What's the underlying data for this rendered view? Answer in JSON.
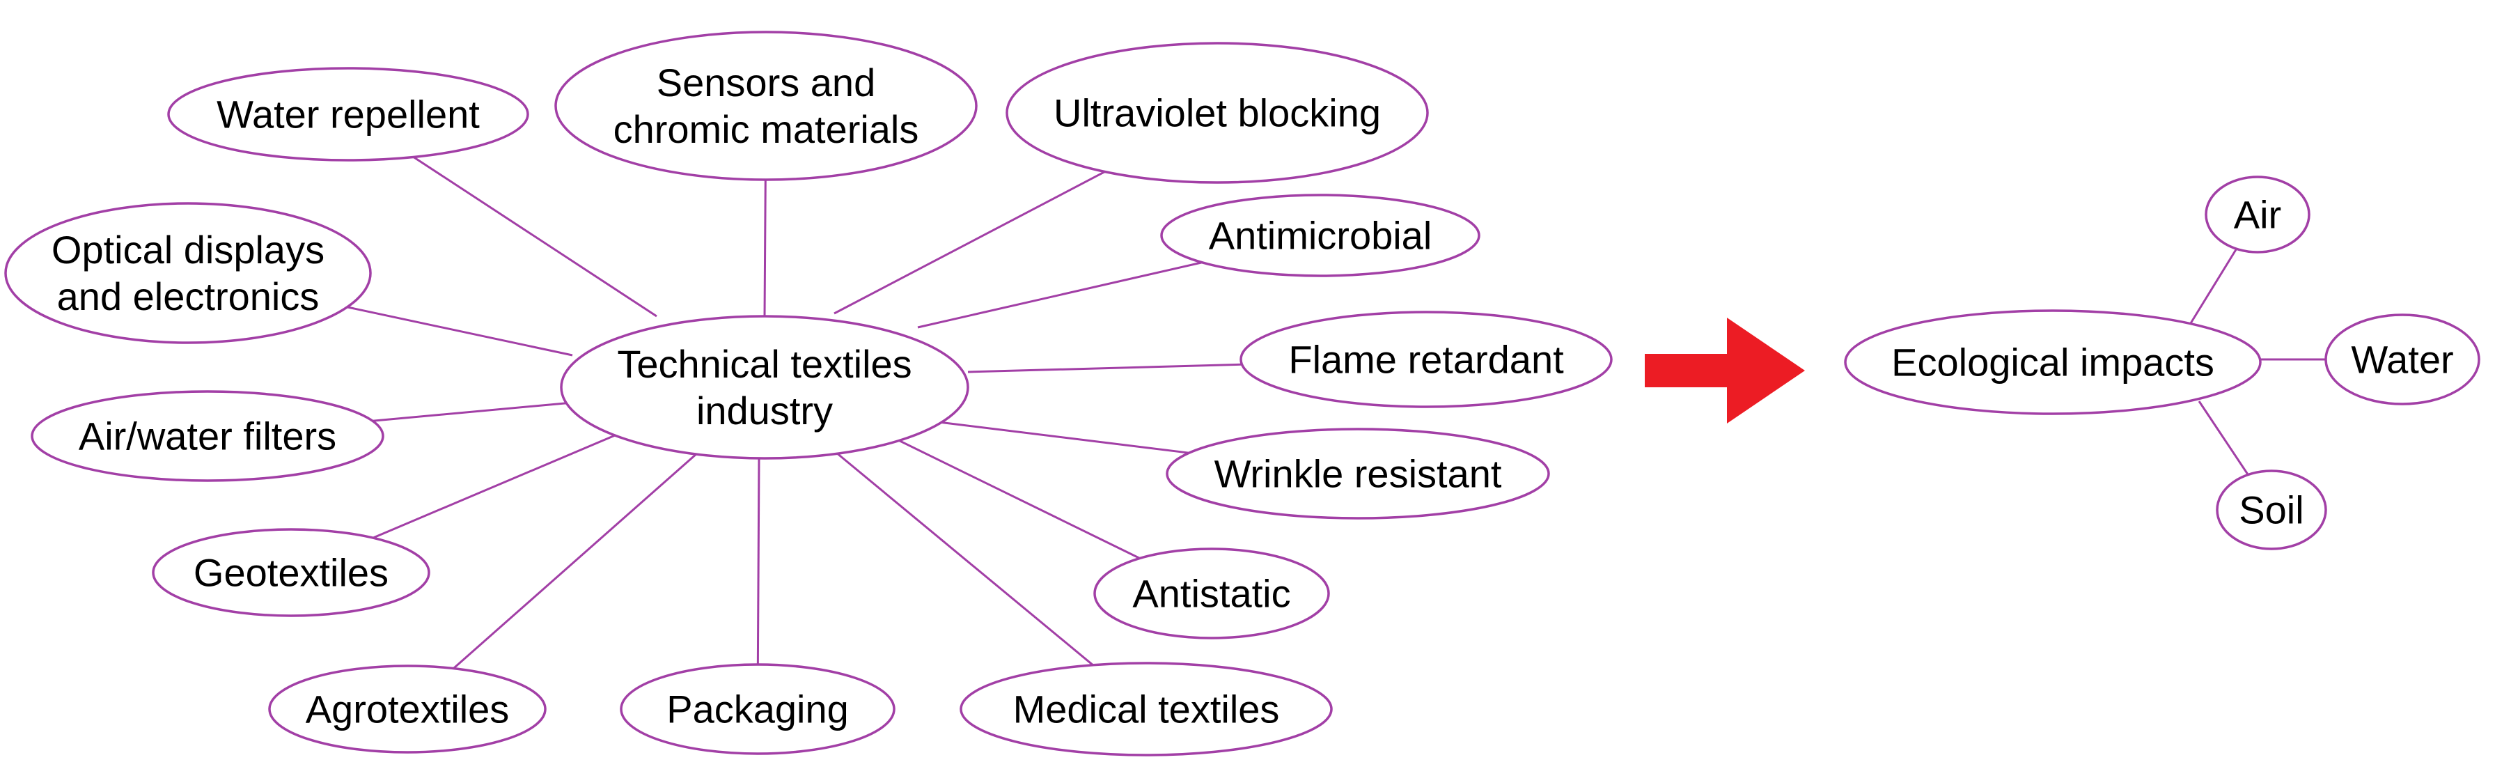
{
  "colors": {
    "stroke": "#a23fa6",
    "arrow": "#ec1c24",
    "text": "#000000",
    "background": "#ffffff"
  },
  "hub": {
    "lines": [
      "Technical textiles",
      "industry"
    ]
  },
  "applications": [
    {
      "key": "water-repellent",
      "lines": [
        "Water repellent"
      ]
    },
    {
      "key": "sensors-chromic",
      "lines": [
        "Sensors and",
        "chromic materials"
      ]
    },
    {
      "key": "ultraviolet-blocking",
      "lines": [
        "Ultraviolet blocking"
      ]
    },
    {
      "key": "antimicrobial",
      "lines": [
        "Antimicrobial"
      ]
    },
    {
      "key": "flame-retardant",
      "lines": [
        "Flame retardant"
      ]
    },
    {
      "key": "wrinkle-resistant",
      "lines": [
        "Wrinkle resistant"
      ]
    },
    {
      "key": "antistatic",
      "lines": [
        "Antistatic"
      ]
    },
    {
      "key": "medical-textiles",
      "lines": [
        "Medical textiles"
      ]
    },
    {
      "key": "packaging",
      "lines": [
        "Packaging"
      ]
    },
    {
      "key": "agrotextiles",
      "lines": [
        "Agrotextiles"
      ]
    },
    {
      "key": "geotextiles",
      "lines": [
        "Geotextiles"
      ]
    },
    {
      "key": "air-water-filters",
      "lines": [
        "Air/water filters"
      ]
    },
    {
      "key": "optical-displays",
      "lines": [
        "Optical displays",
        "and electronics"
      ]
    }
  ],
  "arrow": {
    "icon": "right-arrow-icon"
  },
  "impacts": {
    "lines": [
      "Ecological impacts"
    ]
  },
  "impact_targets": [
    {
      "key": "air",
      "lines": [
        "Air"
      ]
    },
    {
      "key": "water",
      "lines": [
        "Water"
      ]
    },
    {
      "key": "soil",
      "lines": [
        "Soil"
      ]
    }
  ]
}
